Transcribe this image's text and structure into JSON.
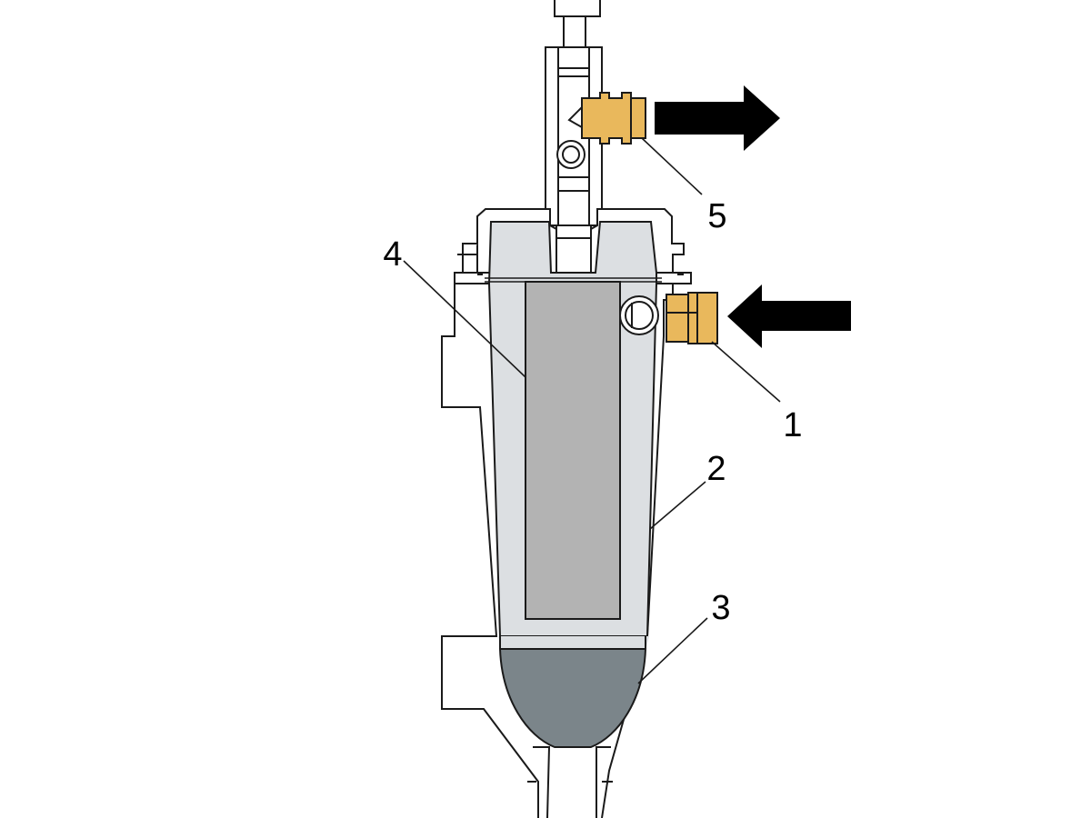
{
  "colors": {
    "background": "#ffffff",
    "outline": "#1a1a1a",
    "bowl_fill": "#dcdfe2",
    "filter_element": "#b3b3b3",
    "sediment": "#7b858a",
    "fitting": "#e9b85c",
    "arrow": "#000000"
  },
  "callouts": [
    {
      "id": "inlet-fitting",
      "label": "1"
    },
    {
      "id": "filter-bowl",
      "label": "2"
    },
    {
      "id": "sediment-zone",
      "label": "3"
    },
    {
      "id": "filter-element",
      "label": "4"
    },
    {
      "id": "outlet-fitting",
      "label": "5"
    }
  ],
  "arrows": [
    {
      "id": "inlet-arrow",
      "direction": "left"
    },
    {
      "id": "outlet-arrow",
      "direction": "right"
    }
  ]
}
